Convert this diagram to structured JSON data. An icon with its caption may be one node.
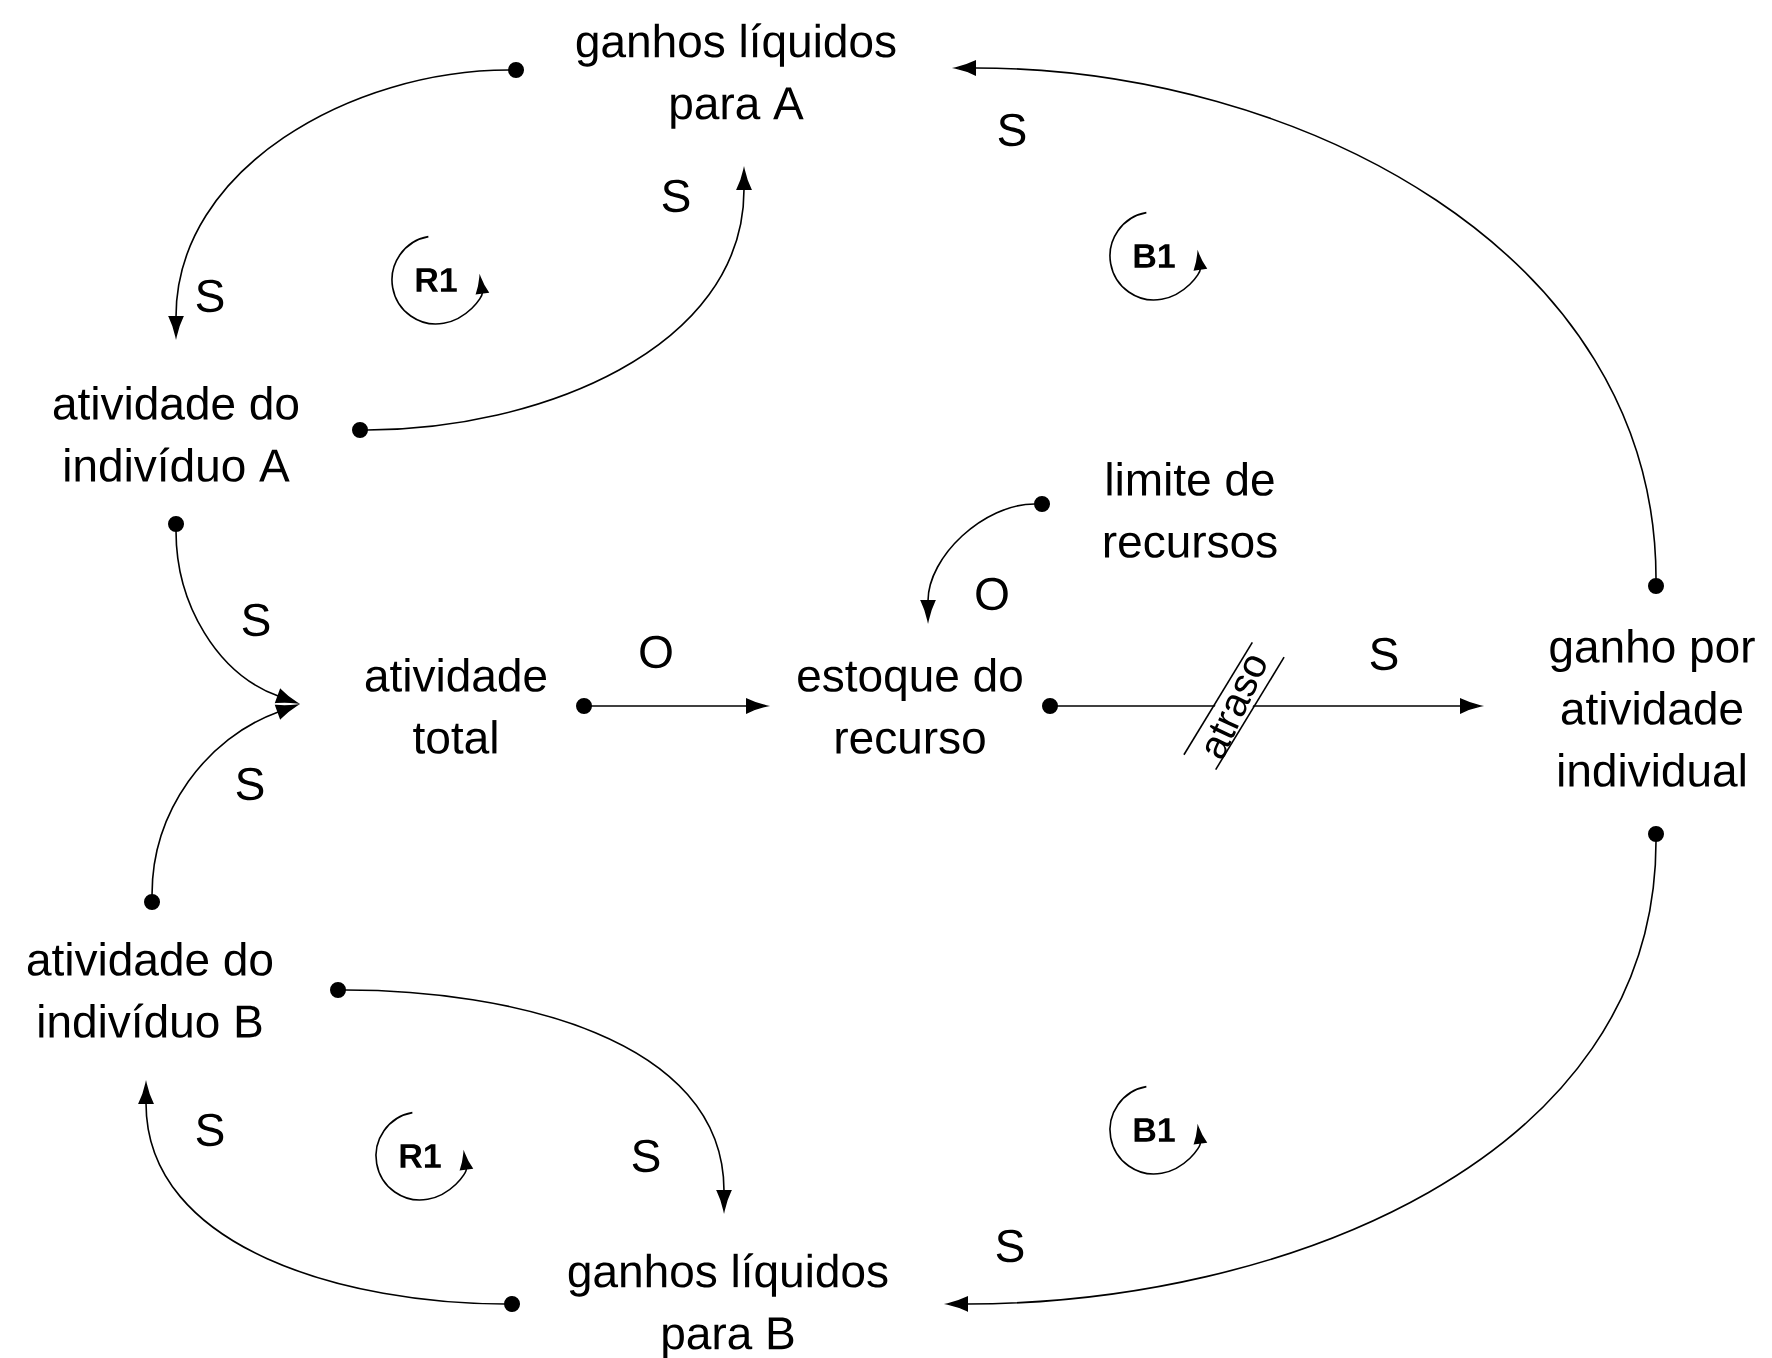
{
  "diagram": {
    "nodes": [
      {
        "text": [
          "ganhos líquidos para A"
        ]
      },
      {
        "text": [
          "atividade do indivíduo A"
        ]
      },
      {
        "text": [
          "atividade total"
        ]
      },
      {
        "text": [
          "limite de recursos"
        ]
      },
      {
        "text": [
          "estoque do recurso"
        ]
      },
      {
        "text": [
          "ganho por atividade individual"
        ]
      },
      {
        "text": [
          "atividade do indivíduo B"
        ]
      },
      {
        "text": [
          "ganhos líquidos para B"
        ]
      }
    ],
    "edges": [
      {
        "from": 0,
        "to": 1,
        "arrow": "to",
        "label": "S"
      },
      {
        "from": 1,
        "to": 0,
        "arrow": "to",
        "label": "S"
      },
      {
        "from": 1,
        "to": 2,
        "arrow": "to",
        "label": "S"
      },
      {
        "from": 6,
        "to": 2,
        "arrow": "to",
        "label": "S"
      },
      {
        "from": 2,
        "to": 4,
        "arrow": "to",
        "label": "O"
      },
      {
        "from": 3,
        "to": 4,
        "arrow": "to",
        "label": "O"
      },
      {
        "from": 4,
        "to": 5,
        "arrow": "to",
        "label": "S"
      },
      {
        "from": 5,
        "to": 0,
        "arrow": "to",
        "label": "S"
      },
      {
        "from": 6,
        "to": 7,
        "arrow": "to",
        "label": "S"
      },
      {
        "from": 7,
        "to": 6,
        "arrow": "to",
        "label": "S"
      },
      {
        "from": 5,
        "to": 7,
        "arrow": "to",
        "label": "S"
      }
    ],
    "labels": [
      "R1",
      "B1",
      "atraso",
      "R1",
      "B1"
    ]
  }
}
